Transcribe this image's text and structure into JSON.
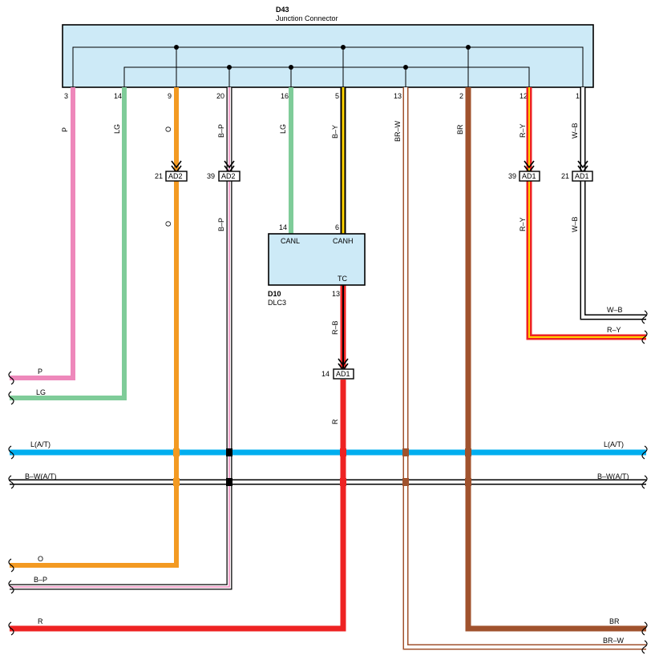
{
  "junction": {
    "id": "D43",
    "name": "Junction Connector"
  },
  "dlc": {
    "id": "D10",
    "name": "DLC3",
    "canl": "CANL",
    "canh": "CANH",
    "tc": "TC",
    "pin_canl": "14",
    "pin_canh": "6",
    "pin_tc": "13"
  },
  "pins": [
    {
      "num": "3",
      "color": "P"
    },
    {
      "num": "14",
      "color": "LG"
    },
    {
      "num": "9",
      "color": "O"
    },
    {
      "num": "20",
      "color": "B–P"
    },
    {
      "num": "16",
      "color": "LG"
    },
    {
      "num": "5",
      "color": "B–Y"
    },
    {
      "num": "13",
      "color": "BR–W"
    },
    {
      "num": "2",
      "color": "BR"
    },
    {
      "num": "12",
      "color": "R–Y"
    },
    {
      "num": "1",
      "color": "W–B"
    }
  ],
  "connectors": [
    {
      "pin": "21",
      "name": "AD2",
      "below_color": "O"
    },
    {
      "pin": "39",
      "name": "AD2",
      "below_color": "B–P"
    },
    {
      "pin": "39",
      "name": "AD1",
      "below_color": "R–Y"
    },
    {
      "pin": "21",
      "name": "AD1",
      "below_color": "W–B"
    },
    {
      "pin": "14",
      "name": "AD1",
      "above_color": "R–B",
      "below_color": "R"
    }
  ],
  "buses": [
    {
      "left": "P"
    },
    {
      "left": "LG"
    },
    {
      "left": "L(A/T)",
      "right": "L(A/T)"
    },
    {
      "left": "B–W(A/T)",
      "right": "B–W(A/T)"
    },
    {
      "left": "O"
    },
    {
      "left": "B–P"
    },
    {
      "left": "R"
    },
    {
      "right": "W–B"
    },
    {
      "right": "R–Y"
    },
    {
      "right": "BR"
    },
    {
      "right": "BR–W"
    }
  ],
  "colors": {
    "pink": "#ee88bb",
    "green": "#7fcc99",
    "orange": "#f39a22",
    "blue": "#00aeef",
    "red": "#ee2222",
    "brown": "#a0522d",
    "yellow": "#ffd400",
    "box": "#cdeaf7"
  }
}
